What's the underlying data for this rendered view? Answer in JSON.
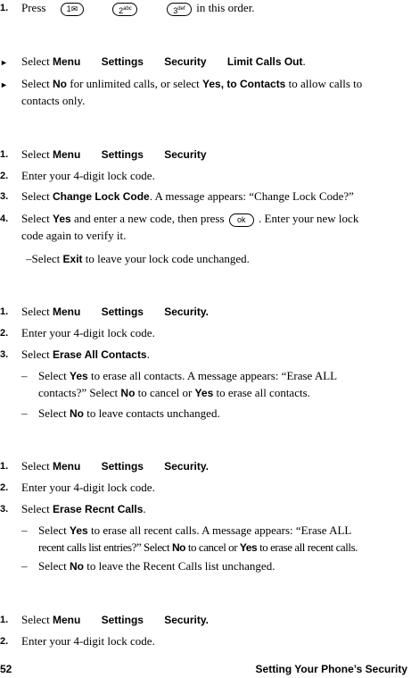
{
  "page_number": "52",
  "footer_title": "Setting Your Phone’s Security",
  "s1": {
    "n1": "1.",
    "press": "Press",
    "key1": "1",
    "key2": "2",
    "key2_sub": "abc",
    "key3": "3",
    "key3_sub": "def",
    "order": "in this order."
  },
  "s2": {
    "select": "Select",
    "menu": "Menu",
    "settings": "Settings",
    "security": "Security",
    "limit": "Limit Calls Out",
    "dot": ".",
    "select2": "Select",
    "no": "No",
    "b2a": "for unlimited calls, or select",
    "yes_contacts": "Yes, to Contacts",
    "b2b": "to allow calls to",
    "b2c": "contacts only."
  },
  "s3": {
    "n1": "1.",
    "select": "Select",
    "menu": "Menu",
    "settings": "Settings",
    "security": "Security",
    "n2": "2.",
    "l2": "Enter your 4-digit lock code.",
    "n3": "3.",
    "select3": "Select",
    "change": "Change Lock Code",
    "l3b": ". A message appears: “Change Lock Code?”",
    "n4": "4.",
    "select4": "Select",
    "yes": "Yes",
    "l4a": "and enter a new code, then press",
    "ok": "ok",
    "l4b": ". Enter your new lock",
    "l4c": "code again to verify it.",
    "l5a": "–Select",
    "exit": "Exit",
    "l5b": "to leave your lock code unchanged."
  },
  "s4": {
    "n1": "1.",
    "select": "Select",
    "menu": "Menu",
    "settings": "Settings",
    "security": "Security.",
    "n2": "2.",
    "l2": "Enter your 4-digit lock code.",
    "n3": "3.",
    "select3": "Select",
    "erase": "Erase All Contacts",
    "dot": ".",
    "dash": "–",
    "d1a": "Select",
    "yes": "Yes",
    "d1b": "to erase all contacts. A message appears: “Erase ALL",
    "d1c": "contacts?” Select",
    "no": "No",
    "d1d": "to cancel or",
    "yes2": "Yes",
    "d1e": "to erase all contacts.",
    "d2a": "Select",
    "no2": "No",
    "d2b": "to leave contacts unchanged."
  },
  "s5": {
    "n1": "1.",
    "select": "Select",
    "menu": "Menu",
    "settings": "Settings",
    "security": "Security.",
    "n2": "2.",
    "l2": "Enter your 4-digit lock code.",
    "n3": "3.",
    "select3": "Select",
    "erase": "Erase Recnt Calls",
    "dot": ".",
    "dash": "–",
    "d1a": "Select",
    "yes": "Yes",
    "d1b": "to erase all recent calls. A message appears: “Erase ALL",
    "d1c": "recent calls list entries?” Select",
    "no": "No",
    "d1d": "to cancel or",
    "yes2": "Yes",
    "d1e": "to erase all recent calls.",
    "d2a": "Select",
    "no2": "No",
    "d2b": "to leave the Recent Calls list unchanged."
  },
  "s6": {
    "n1": "1.",
    "select": "Select",
    "menu": "Menu",
    "settings": "Settings",
    "security": "Security.",
    "n2": "2.",
    "l2": "Enter your 4-digit lock code."
  }
}
